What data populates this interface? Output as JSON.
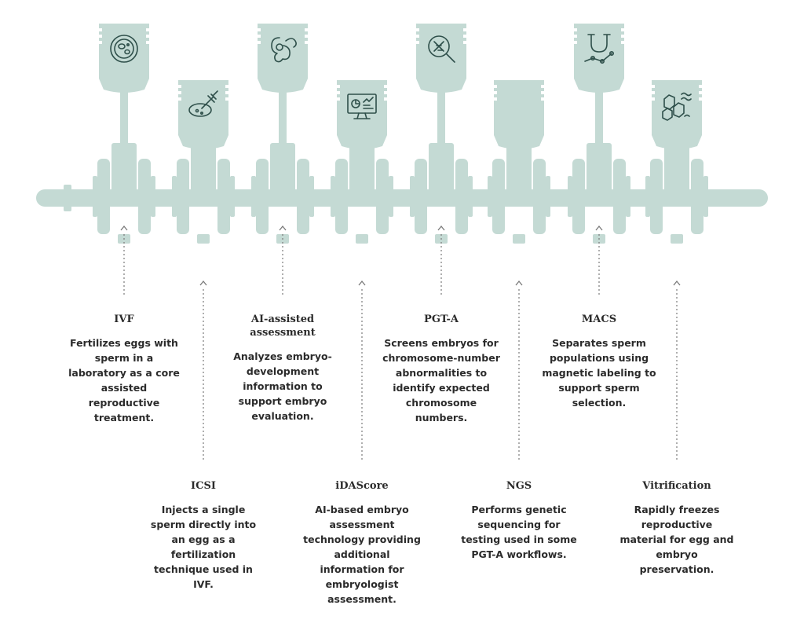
{
  "colors": {
    "shape": "#c4dad4",
    "icon": "#2e4f4a",
    "connector": "#7a7a7a",
    "text": "#2b2b2b"
  },
  "techniques": [
    {
      "title": "IVF",
      "icon": "petri-dish-icon",
      "row": "top",
      "desc": "Fertilizes eggs with sperm in a laboratory as a core assisted reproductive treatment."
    },
    {
      "title": "ICSI",
      "icon": "injection-icon",
      "row": "bottom",
      "desc": "Injects a single sperm directly into an egg as a fertilization technique used in IVF."
    },
    {
      "title": "AI-assisted assessment",
      "icon": "embryo-icon",
      "row": "top",
      "desc": "Analyzes embryo-development information to support embryo evaluation."
    },
    {
      "title": "iDAScore",
      "icon": "monitor-chart-icon",
      "row": "bottom",
      "desc": "AI-based embryo assessment technology providing additional information for embryologist assessment."
    },
    {
      "title": "PGT-A",
      "icon": "dna-magnifier-icon",
      "row": "top",
      "desc": "Screens embryos for chromosome-number abnormalities to identify expected chromosome numbers."
    },
    {
      "title": "NGS",
      "icon": "",
      "row": "bottom",
      "desc": "Performs genetic sequencing for testing used in some PGT-A workflows."
    },
    {
      "title": "MACS",
      "icon": "magnet-icon",
      "row": "top",
      "desc": "Separates sperm populations using magnetic labeling to support sperm selection."
    },
    {
      "title": "Vitrification",
      "icon": "ice-crystals-icon",
      "row": "bottom",
      "desc": "Rapidly freezes reproductive material for egg and embryo preservation."
    }
  ]
}
